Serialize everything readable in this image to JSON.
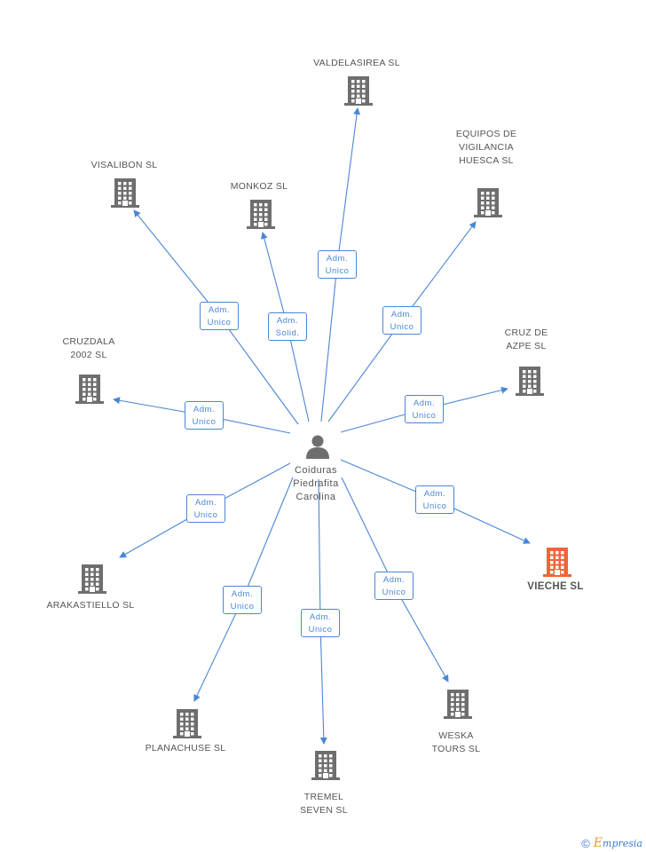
{
  "center": {
    "name": "Coiduras\nPiedrafita\nCarolina",
    "icon": "person-icon",
    "color": "#6e6e6e"
  },
  "colors": {
    "edge": "#4a86d6",
    "building": "#6e6e6e",
    "highlight": "#f0653a"
  },
  "companies": [
    {
      "id": "valdelasirea",
      "name": "VALDELASIREA SL",
      "highlight": false
    },
    {
      "id": "equipos",
      "name": "EQUIPOS DE\nVIGILANCIA\nHUESCA SL",
      "highlight": false
    },
    {
      "id": "monkoz",
      "name": "MONKOZ SL",
      "highlight": false
    },
    {
      "id": "visalibon",
      "name": "VISALIBON SL",
      "highlight": false
    },
    {
      "id": "cruzdala",
      "name": "CRUZDALA\n2002 SL",
      "highlight": false
    },
    {
      "id": "cruzdeazpe",
      "name": "CRUZ DE\nAZPE SL",
      "highlight": false
    },
    {
      "id": "vieche",
      "name": "VIECHE SL",
      "highlight": true
    },
    {
      "id": "arakastiello",
      "name": "ARAKASTIELLO SL",
      "highlight": false
    },
    {
      "id": "weska",
      "name": "WESKA\nTOURS SL",
      "highlight": false
    },
    {
      "id": "planachuse",
      "name": "PLANACHUSE SL",
      "highlight": false
    },
    {
      "id": "tremel",
      "name": "TREMEL\nSEVEN  SL",
      "highlight": false
    }
  ],
  "relations": [
    {
      "target": "valdelasirea",
      "label": "Adm.\nUnico"
    },
    {
      "target": "equipos",
      "label": "Adm.\nUnico"
    },
    {
      "target": "monkoz",
      "label": "Adm.\nSolid."
    },
    {
      "target": "visalibon",
      "label": "Adm.\nUnico"
    },
    {
      "target": "cruzdala",
      "label": "Adm.\nUnico"
    },
    {
      "target": "cruzdeazpe",
      "label": "Adm.\nUnico"
    },
    {
      "target": "vieche",
      "label": "Adm.\nUnico"
    },
    {
      "target": "arakastiello",
      "label": "Adm.\nUnico"
    },
    {
      "target": "weska",
      "label": "Adm.\nUnico"
    },
    {
      "target": "planachuse",
      "label": "Adm.\nUnico"
    },
    {
      "target": "tremel",
      "label": "Adm.\nUnico"
    }
  ],
  "footer": {
    "copyright": "©",
    "brand_initial": "E",
    "brand_rest": "mpresia"
  }
}
